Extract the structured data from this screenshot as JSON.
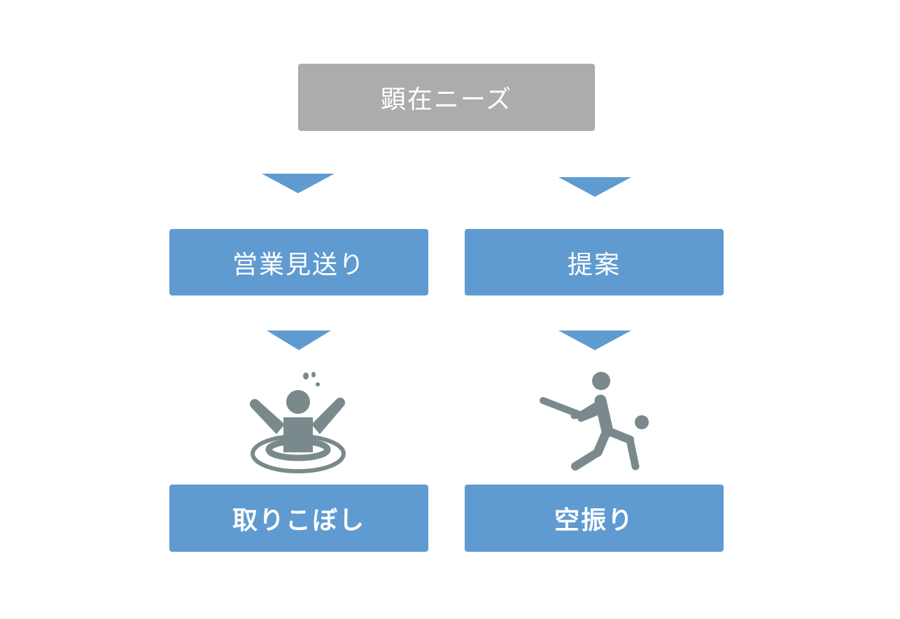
{
  "colors": {
    "top_box": "#acacac",
    "step_box": "#5f9bd0",
    "arrow": "#5f9bd0",
    "icon": "#7a8a8c"
  },
  "root": {
    "label": "顕在ニーズ"
  },
  "branches": [
    {
      "mid_label": "営業見送り",
      "result_label": "取りこぼし",
      "icon": "drowning-person-icon"
    },
    {
      "mid_label": "提案",
      "result_label": "空振り",
      "icon": "batter-swing-miss-icon"
    }
  ]
}
